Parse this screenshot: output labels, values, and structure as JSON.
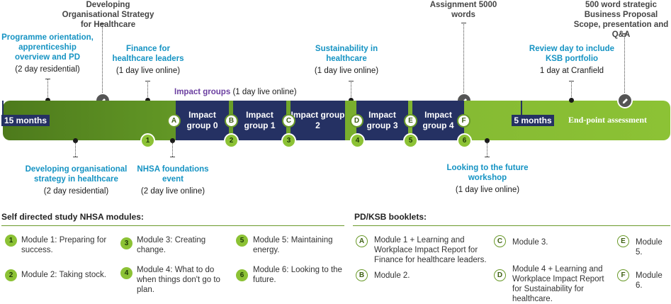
{
  "top_labels": {
    "orientation": {
      "title": "Programme orientation, apprenticeship overview and PD",
      "sub": "(2 day residential)"
    },
    "strategy_top": {
      "title": "Developing Organisational Strategy for Healthcare"
    },
    "finance": {
      "title": "Finance for healthcare leaders",
      "sub": "(1 day live online)"
    },
    "impact_groups": {
      "title": "Impact groups",
      "sub": "(1 day live online)"
    },
    "sustainability": {
      "title": "Sustainability in healthcare",
      "sub": "(1 day live online)"
    },
    "assignment": {
      "title": "Assignment 5000 words"
    },
    "review": {
      "title": "Review day to include KSB portfolio",
      "sub": "1 day at Cranfield"
    },
    "proposal": {
      "title": "500 word strategic Business Proposal Scope, presentation and Q&A"
    }
  },
  "bottom_labels": {
    "strategy": {
      "title": "Developing organisational strategy in healthcare",
      "sub": "(2 day residential)"
    },
    "nhsa": {
      "title": "NHSA foundations event",
      "sub": "(2 day live online)"
    },
    "future": {
      "title": "Looking to the future workshop",
      "sub": "(1 day live online)"
    }
  },
  "bar": {
    "start_label": "15 months",
    "mid_label": "5 months",
    "end_label": "End-point assessment",
    "impact_groups": [
      "Impact group 0",
      "Impact group 1",
      "Impact group 2",
      "Impact group 3",
      "Impact group 4"
    ],
    "letter_markers": [
      "A",
      "B",
      "C",
      "D",
      "E",
      "F"
    ],
    "number_markers": [
      "1",
      "2",
      "3",
      "4",
      "5",
      "6"
    ]
  },
  "modules": {
    "heading": "Self directed study NHSA modules:",
    "items": [
      {
        "num": "1",
        "text": "Module 1: Preparing for success."
      },
      {
        "num": "2",
        "text": "Module 2: Taking stock."
      },
      {
        "num": "3",
        "text": "Module 3: Creating change."
      },
      {
        "num": "4",
        "text": "Module 4: What to do when things don't go to plan."
      },
      {
        "num": "5",
        "text": "Module 5: Maintaining energy."
      },
      {
        "num": "6",
        "text": "Module 6: Looking to the future."
      }
    ]
  },
  "booklets": {
    "heading": "PD/KSB booklets:",
    "items": [
      {
        "letter": "A",
        "text": "Module 1 + Learning and Workplace Impact Report for Finance for healthcare leaders."
      },
      {
        "letter": "B",
        "text": "Module 2."
      },
      {
        "letter": "C",
        "text": "Module 3."
      },
      {
        "letter": "D",
        "text": "Module 4 + Learning and Workplace Impact Report for Sustainability for healthcare."
      },
      {
        "letter": "E",
        "text": "Module 5."
      },
      {
        "letter": "F",
        "text": "Module 6."
      }
    ]
  },
  "colors": {
    "bar_green": "#8cc235",
    "dark_green": "#4d7a1c",
    "navy": "#253163",
    "title_blue": "#1593c3",
    "impact_purple": "#6b3fa0"
  },
  "icons": {
    "pen": "pencil-icon"
  }
}
